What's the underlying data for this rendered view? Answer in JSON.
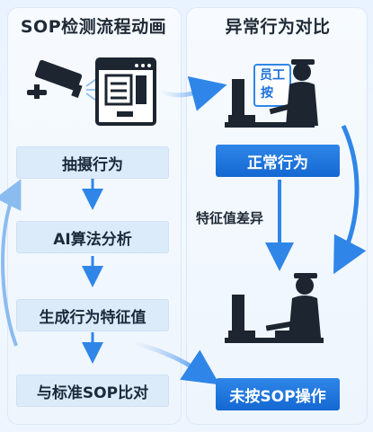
{
  "left_panel": {
    "title": "SOP检测流程动画",
    "steps": [
      "抽摄行为",
      "AI算法分析",
      "生成行为特征值",
      "与标准SOP比对"
    ]
  },
  "right_panel": {
    "title": "异常行为对比",
    "normal_label": "正常行为",
    "diff_label": "特征值差异",
    "abnormal_label": "未按SOP操作",
    "screen_sign": [
      "员工",
      "按"
    ]
  },
  "colors": {
    "accent": "#1a6fdb",
    "step_bg": "#dcebfa",
    "arrow": "#2f86e8"
  },
  "icons": [
    "cctv-camera-icon",
    "monitor-document-icon",
    "worker-at-computer-icon",
    "worker-at-computer-icon"
  ]
}
